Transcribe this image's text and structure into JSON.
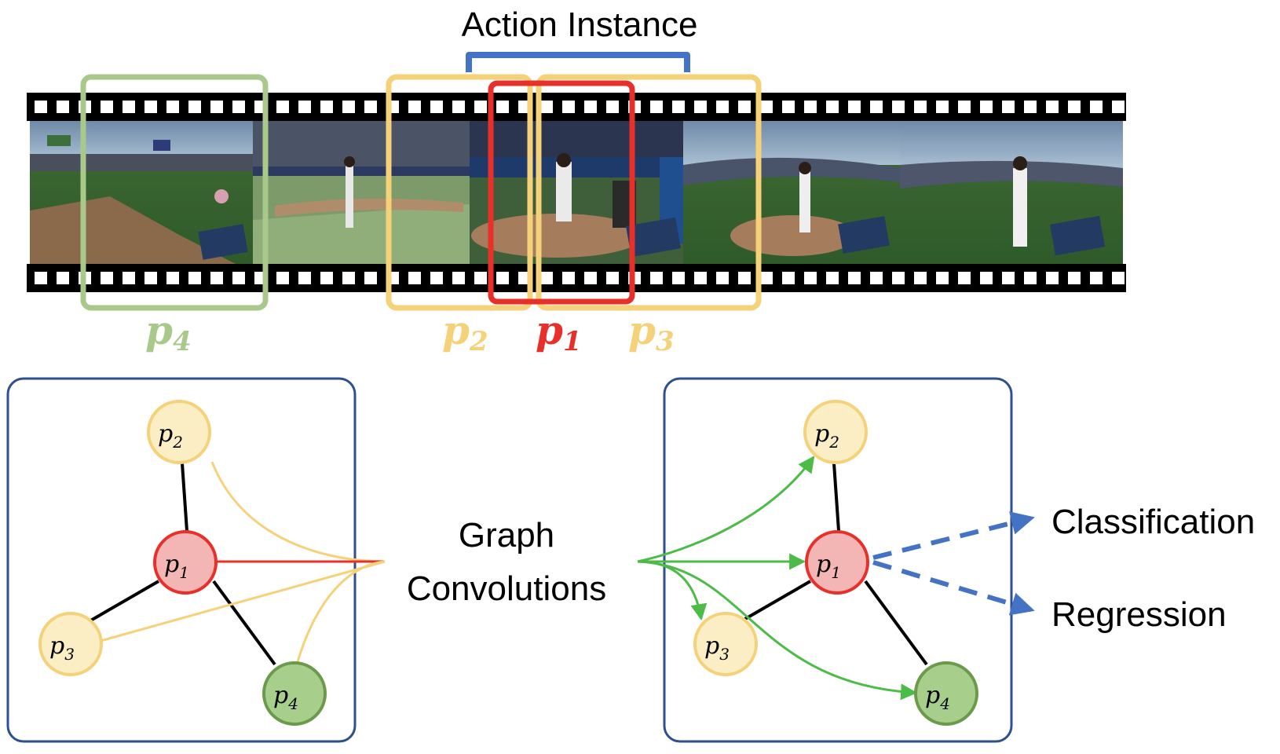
{
  "title": "Action Instance",
  "middle_label_line1": "Graph",
  "middle_label_line2": "Convolutions",
  "outputs": [
    "Classification",
    "Regression"
  ],
  "proposals": [
    {
      "id": "p1",
      "base": "p",
      "sub": "1",
      "color": "#e8302a",
      "fill": "#f4b5b5"
    },
    {
      "id": "p2",
      "base": "p",
      "sub": "2",
      "color": "#f5d27a",
      "fill": "#fbeec4"
    },
    {
      "id": "p3",
      "base": "p",
      "sub": "3",
      "color": "#f5d27a",
      "fill": "#fbeec4"
    },
    {
      "id": "p4",
      "base": "p",
      "sub": "4",
      "color": "#a9c98a",
      "fill": "#a7cf8b"
    }
  ],
  "colors": {
    "bracket": "#4472c4",
    "panel_border": "#2f4f8f",
    "green_arrow": "#4cbb47",
    "blue_arrow": "#4472c4",
    "edge": "#000000"
  },
  "film_frames": [
    "baseball-field-view-1",
    "pitcher-on-mound-view-2",
    "pitching-windup-view-3",
    "stadium-wide-view-4",
    "pitcher-standing-view-5"
  ]
}
